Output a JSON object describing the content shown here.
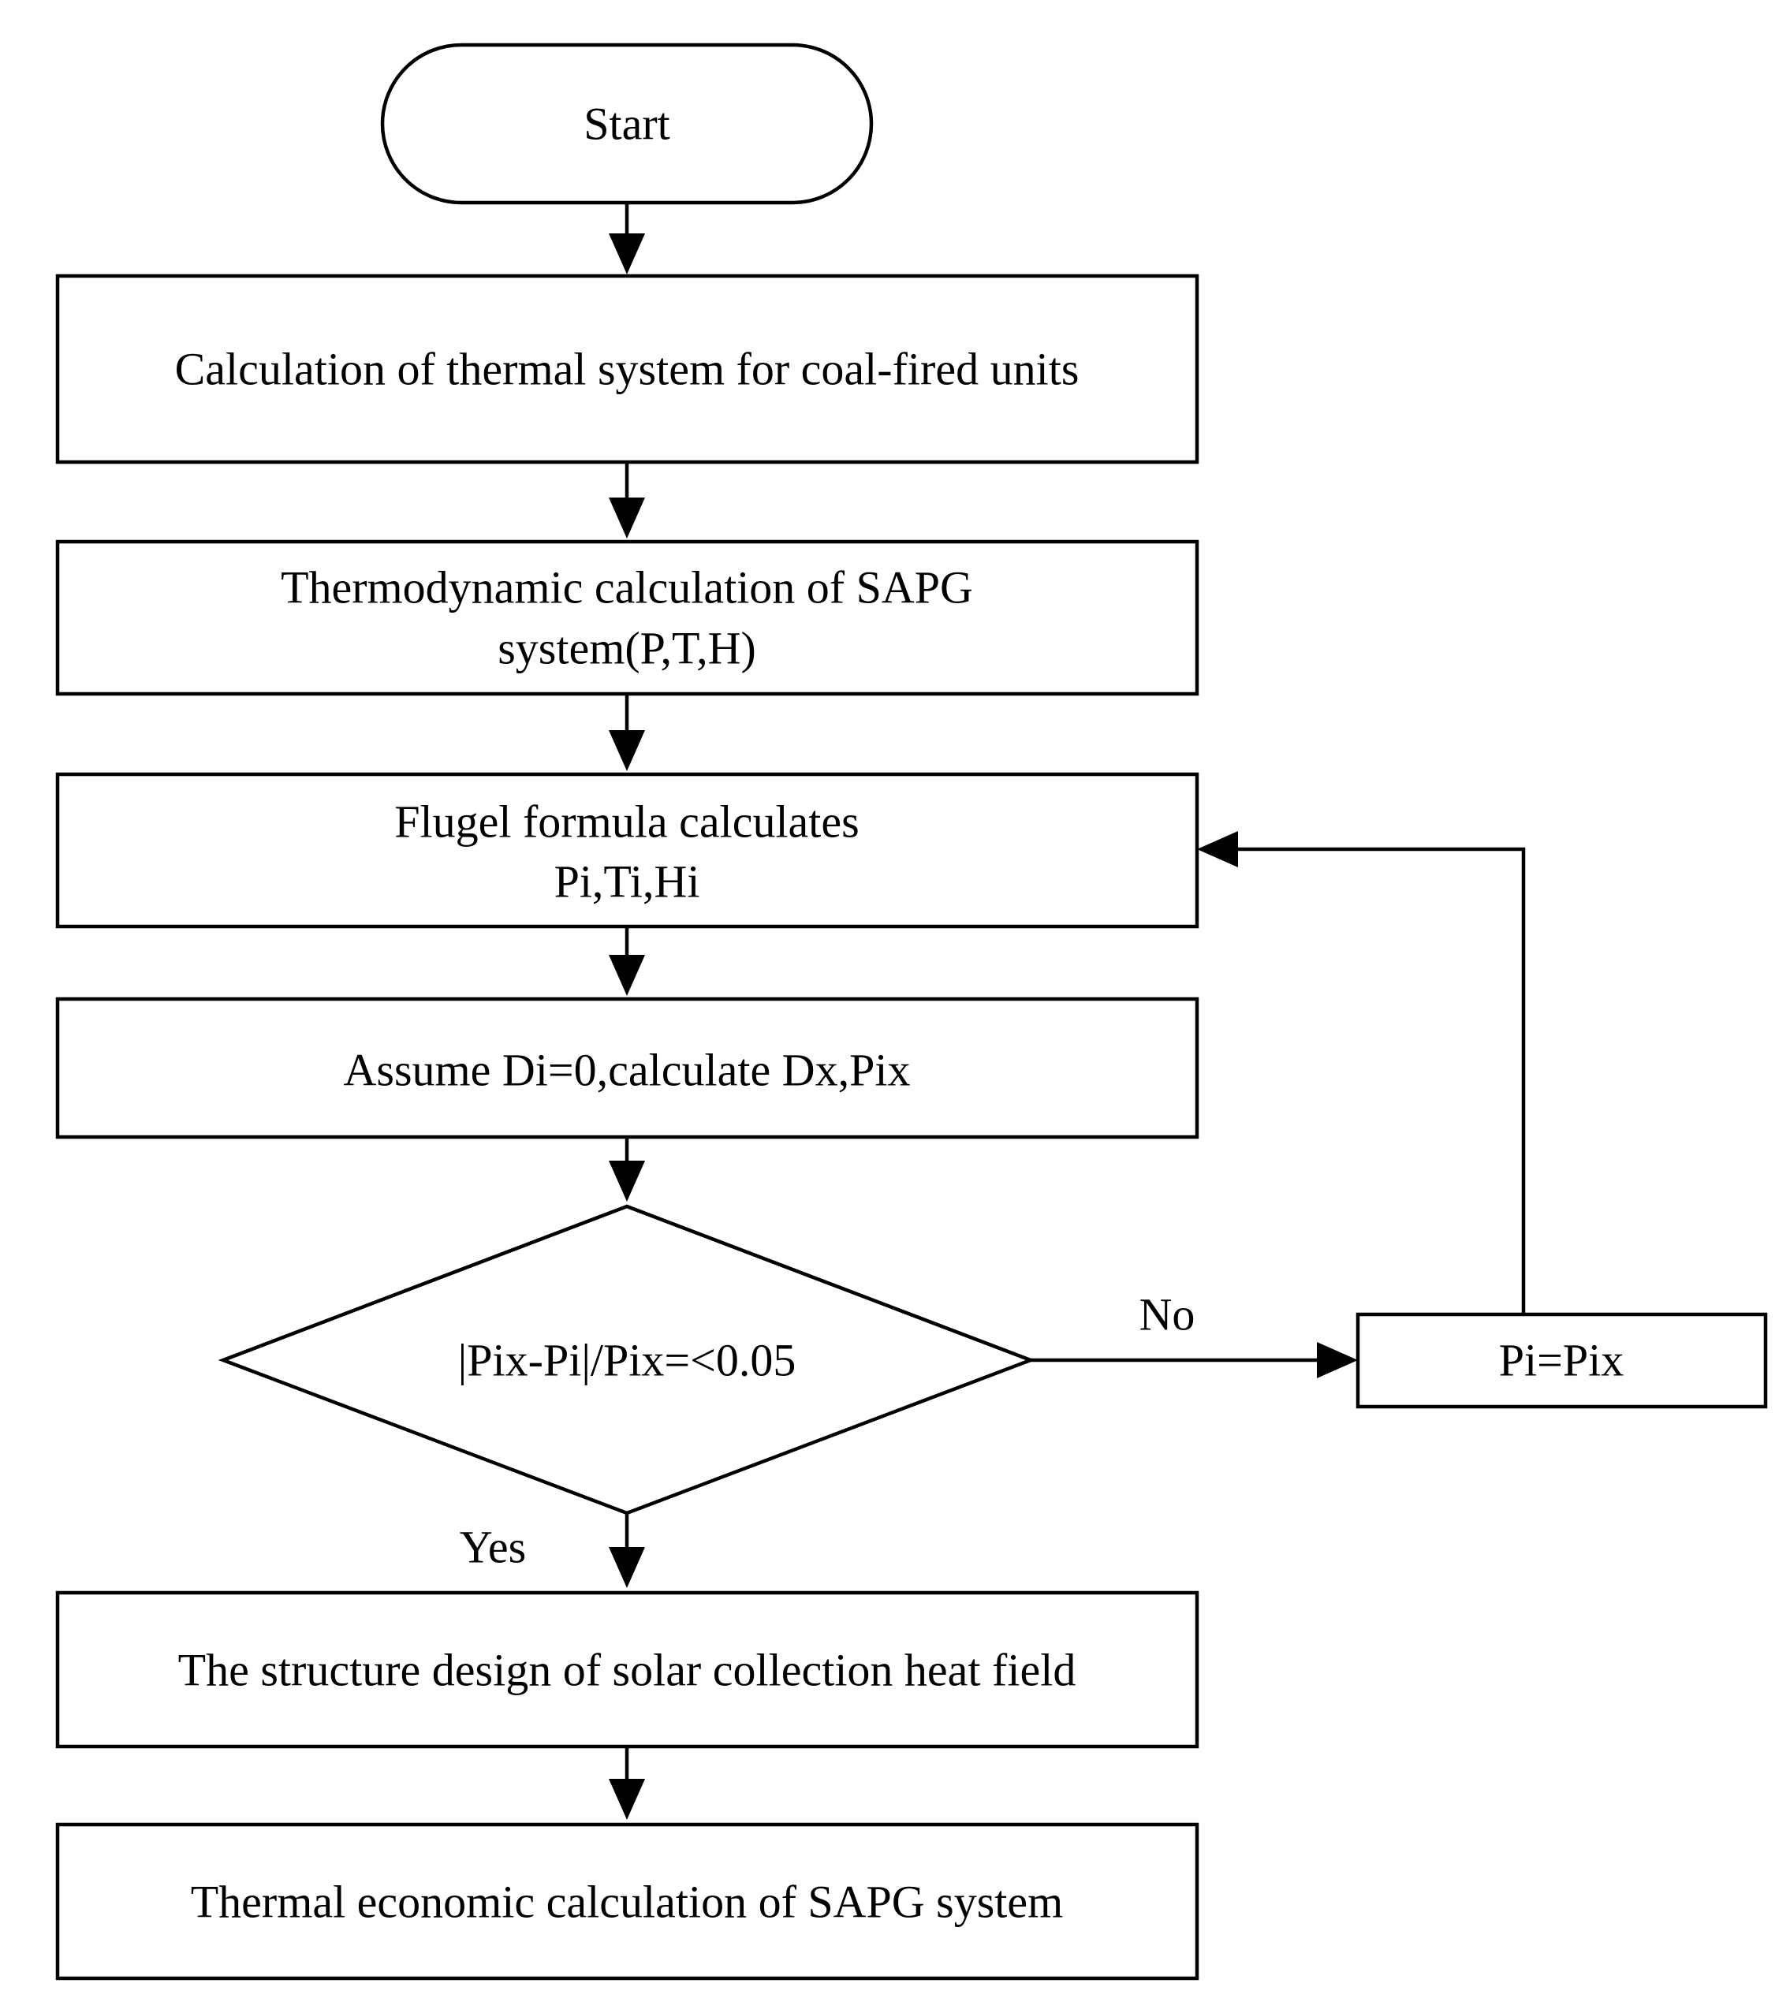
{
  "flowchart": {
    "start": "Start",
    "step_coal_units": "Calculation of thermal system for coal-fired units",
    "step_sapg_thermo": {
      "line1": "Thermodynamic calculation of SAPG",
      "line2": "system(P,T,H)"
    },
    "step_flugel": {
      "line1": "Flugel formula calculates",
      "line2": "Pi,Ti,Hi"
    },
    "step_assume": "Assume Di=0,calculate Dx,Pix",
    "decision": "|Pix-Pi|/Pix=<0.05",
    "update_step": "Pi=Pix",
    "label_no": "No",
    "label_yes": "Yes",
    "step_structure": "The structure design of solar collection heat field",
    "step_economic": "Thermal economic calculation of SAPG system"
  },
  "colors": {
    "stroke": "#000000",
    "fill": "#ffffff",
    "text": "#000000"
  }
}
